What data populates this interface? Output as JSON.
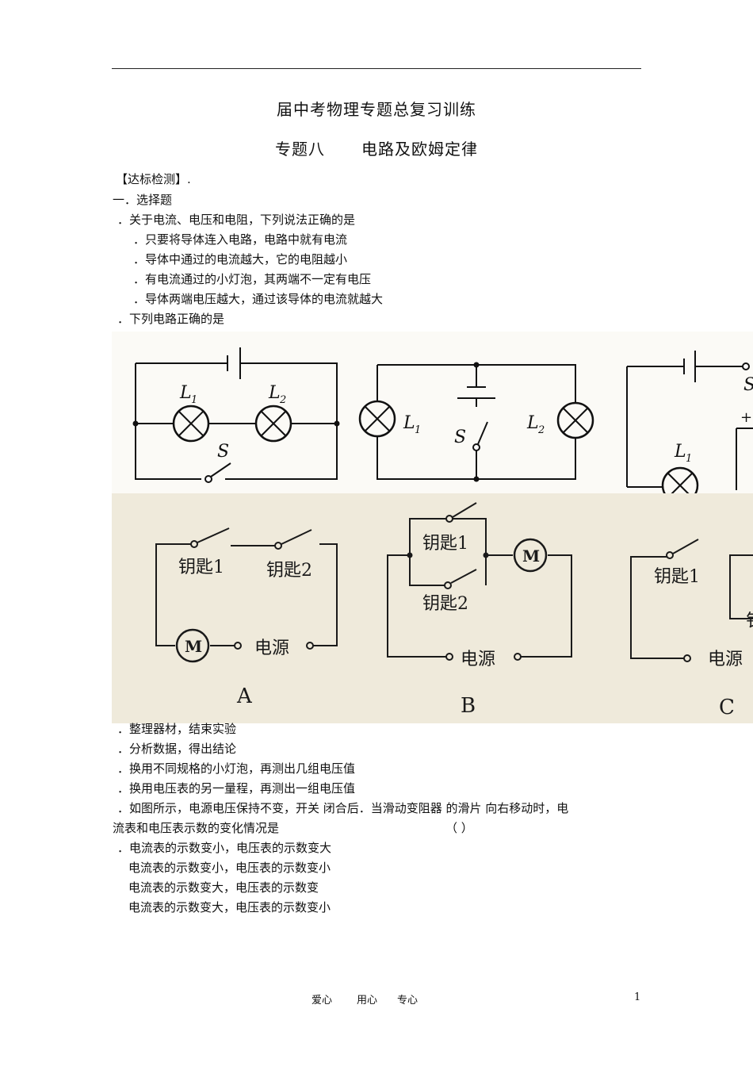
{
  "header": {
    "title": "届中考物理专题总复习训练",
    "subtitle_left": "专题八",
    "subtitle_right": "电路及欧姆定律"
  },
  "section": {
    "heading": "【达标检测】.",
    "part": "一．选择题"
  },
  "q1": {
    "stem": "．关于电流、电压和电阻，下列说法正确的是",
    "options": [
      "．只要将导体连入电路，电路中就有电流",
      "．导体中通过的电流越大，它的电阻越小",
      "．有电流通过的小灯泡，其两端不一定有电压",
      "．导体两端电压越大，通过该导体的电流就越大"
    ]
  },
  "q2": {
    "stem": "．下列电路正确的是"
  },
  "figure_top": {
    "labels": {
      "L1": "L",
      "L2": "L",
      "sub1": "1",
      "sub2": "2",
      "S": "S",
      "plus": "+"
    }
  },
  "figure_bottom": {
    "key1": "钥匙1",
    "key2": "钥匙2",
    "key_partial": "钅",
    "motor": "M",
    "power": "电源",
    "label_a": "A",
    "label_b": "B",
    "label_c": "C"
  },
  "q3_options": [
    "．整理器材，结束实验",
    "．分析数据，得出结论",
    "．换用不同规格的小灯泡，再测出几组电压值",
    "．换用电压表的另一量程，再测出一组电压值"
  ],
  "q4": {
    "stem_line1": "．如图所示，电源电压保持不变，开关  闭合后．当滑动变阻器    的滑片  向右移动时，电",
    "stem_line2": "流表和电压表示数的变化情况是",
    "bracket": "（      ）",
    "options": [
      "．电流表的示数变小，电压表的示数变大",
      "电流表的示数变小，电压表的示数变小",
      "电流表的示数变大，电压表的示数变",
      "电流表的示数变大，电压表的示数变小"
    ]
  },
  "footer": {
    "left": "爱心",
    "middle": "用心",
    "right": "专心",
    "page": "1"
  }
}
